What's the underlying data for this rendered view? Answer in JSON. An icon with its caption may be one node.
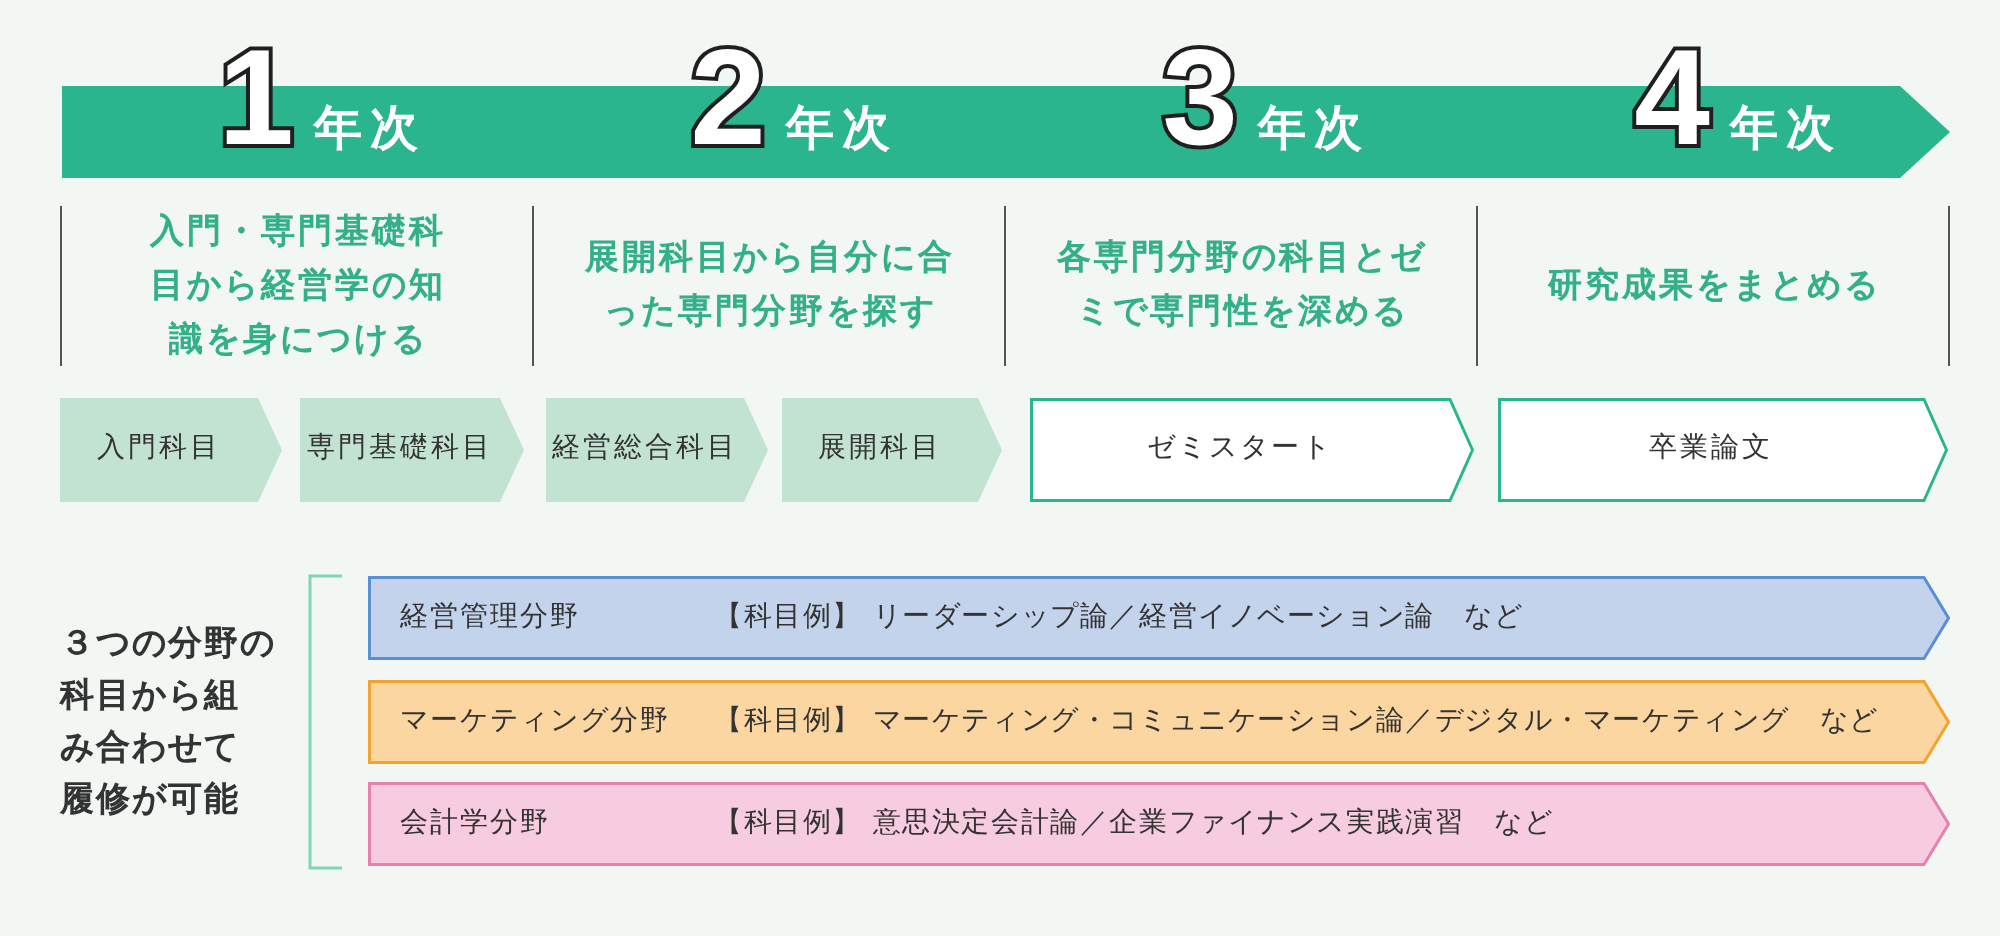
{
  "diagram": {
    "nodes": [
      {
        "text": [
          "1",
          "年次",
          "2",
          "年次",
          "3",
          "年次",
          "4",
          "年次"
        ]
      },
      {
        "text": [
          "入門科目"
        ]
      },
      {
        "text": [
          "専門基礎科目"
        ]
      },
      {
        "text": [
          "経営総合科目"
        ]
      },
      {
        "text": [
          "展開科目"
        ]
      },
      {
        "text": [
          "ゼミスタート"
        ]
      },
      {
        "text": [
          "卒業論文"
        ]
      },
      {
        "text": [
          "経営管理分野",
          "【科目例】 リーダーシップ論／経営イノベーション論　など"
        ]
      },
      {
        "text": [
          "マーケティング分野",
          "【科目例】 マーケティング・コミュニケーション論／デジタル・マーケティング　など"
        ]
      },
      {
        "text": [
          "会計学分野",
          "【科目例】 意思決定会計論／企業ファイナンス実践演習　など"
        ]
      }
    ],
    "labels": [
      "入門・専門基礎科目から経営学の知識を身につける",
      "展開科目から自分に合った専門分野を探す",
      "各専門分野の科目とゼミで専門性を深める",
      "研究成果をまとめる",
      "３つの分野の科目から組み合わせて履修が可能"
    ]
  }
}
